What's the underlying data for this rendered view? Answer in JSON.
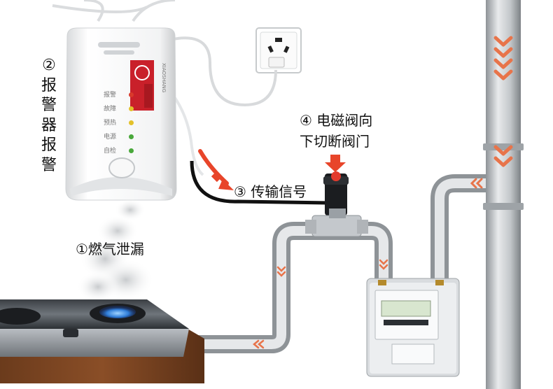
{
  "labels": {
    "alarm": [
      "②",
      "报",
      "警",
      "器",
      "报",
      "警"
    ],
    "leak": "①燃气泄漏",
    "signal": "③ 传输信号",
    "valve_line1": "④ 电磁阀向",
    "valve_line2": "下切断阀门"
  },
  "detector": {
    "brand_vertical": "XIAOSHANG",
    "status_labels": [
      "报警",
      "故障",
      "预热",
      "电源",
      "自检"
    ],
    "status_colors": [
      "#d93a2b",
      "#e3c12a",
      "#e3c12a",
      "#49a83b",
      "#49a83b"
    ]
  },
  "colors": {
    "arrow": "#e8452a",
    "pipe": "#c9cccf",
    "cable": "#111111"
  }
}
